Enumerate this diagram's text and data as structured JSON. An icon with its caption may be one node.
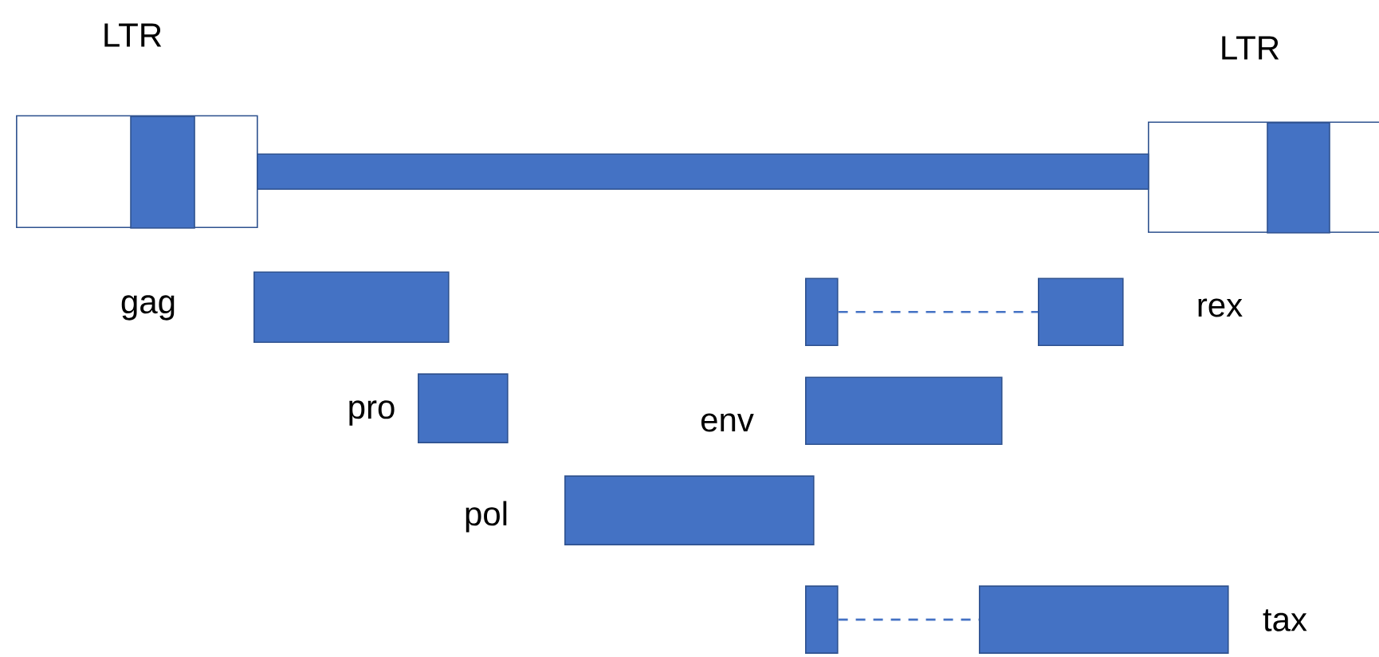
{
  "diagram": {
    "nodes": [
      {
        "text": [
          "LTR"
        ]
      },
      {
        "text": [
          "LTR"
        ]
      },
      {
        "text": [],
        "shape": "bar"
      },
      {
        "text": [],
        "shape": "bar",
        "beside": [
          "gag"
        ]
      },
      {
        "text": [],
        "shape": "bar",
        "beside": [
          "pro"
        ]
      },
      {
        "text": [],
        "shape": "bar",
        "beside": [
          "pol"
        ]
      },
      {
        "text": [],
        "shape": "bar",
        "beside": [
          "env"
        ]
      },
      {
        "text": [],
        "shape": "bar"
      },
      {
        "text": [],
        "shape": "bar",
        "beside": [
          "rex"
        ]
      },
      {
        "text": [],
        "shape": "bar"
      },
      {
        "text": [],
        "shape": "bar",
        "beside": [
          "tax"
        ]
      }
    ],
    "edges": [
      {
        "from": 7,
        "to": 8,
        "arrow": "none",
        "style": "dashed"
      },
      {
        "from": 9,
        "to": 10,
        "arrow": "none",
        "style": "dashed"
      }
    ]
  }
}
